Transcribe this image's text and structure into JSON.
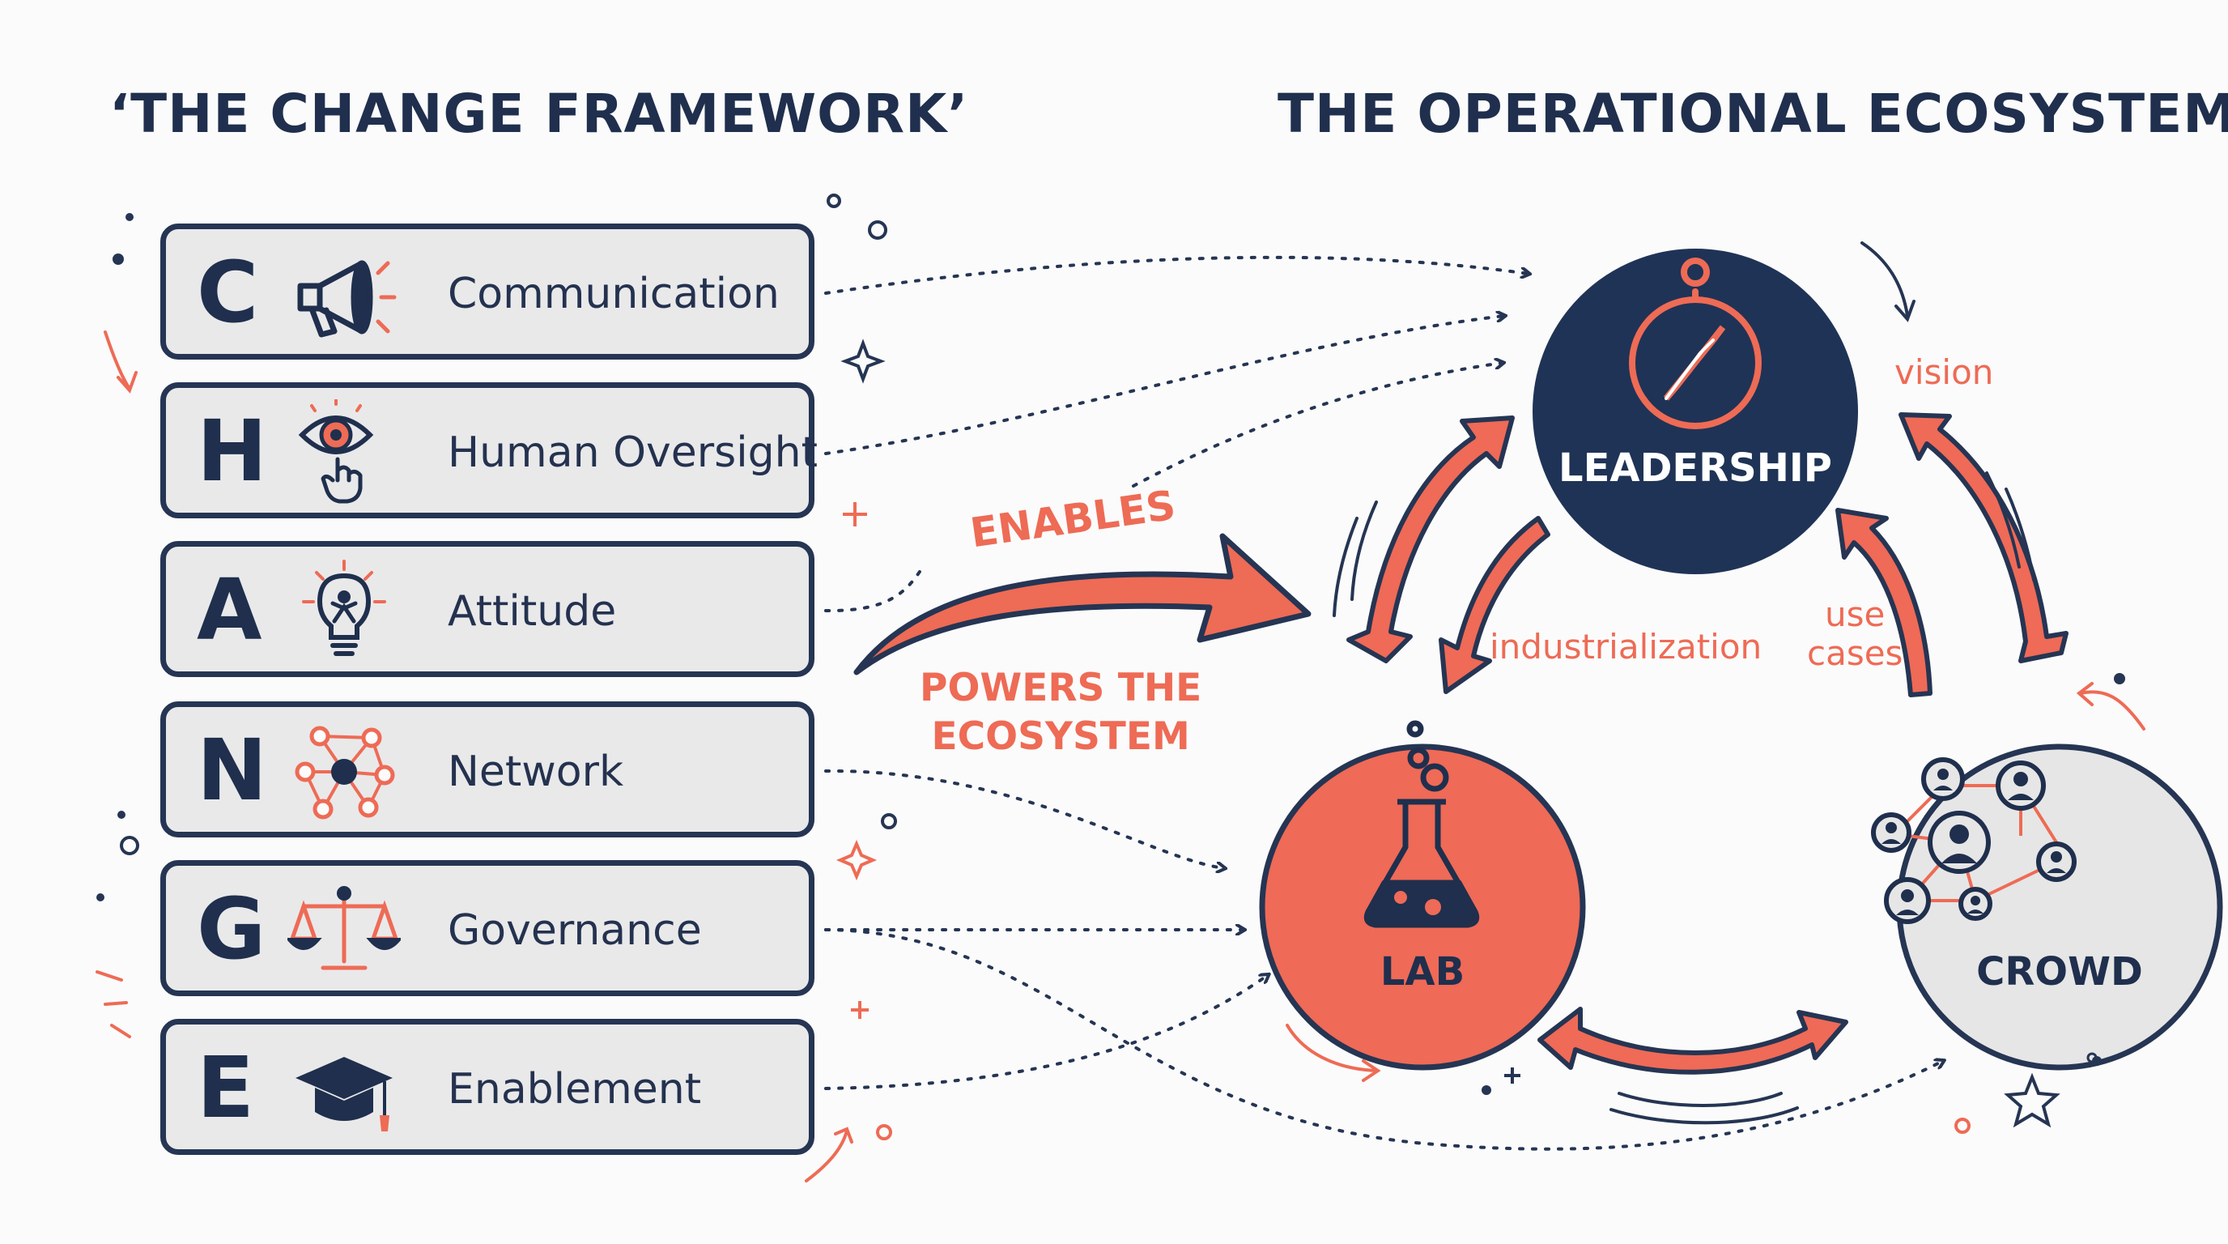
{
  "framework": {
    "title": "‘THE CHANGE FRAMEWORK’",
    "rows": [
      {
        "letter": "C",
        "label": "Communication",
        "icon": "megaphone-icon"
      },
      {
        "letter": "H",
        "label": "Human Oversight",
        "icon": "eye-hand-icon"
      },
      {
        "letter": "A",
        "label": "Attitude",
        "icon": "lightbulb-person-icon"
      },
      {
        "letter": "N",
        "label": "Network",
        "icon": "network-nodes-icon"
      },
      {
        "letter": "G",
        "label": "Governance",
        "icon": "scales-icon"
      },
      {
        "letter": "E",
        "label": "Enablement",
        "icon": "graduation-cap-icon"
      }
    ]
  },
  "bridge": {
    "enables": "ENABLES",
    "powers_line1": "POWERS THE",
    "powers_line2": "ECOSYSTEM"
  },
  "ecosystem": {
    "title": "THE OPERATIONAL ECOSYSTEM",
    "nodes": {
      "leadership": {
        "label": "LEADERSHIP",
        "icon": "compass-icon"
      },
      "lab": {
        "label": "LAB",
        "icon": "flask-icon"
      },
      "crowd": {
        "label": "CROWD",
        "icon": "people-network-icon"
      }
    },
    "edges": {
      "vision": "vision",
      "industrialization": "industrialization",
      "use_cases_line1": "use",
      "use_cases_line2": "cases"
    }
  },
  "colors": {
    "navy": "#253553",
    "coral": "#ee6b55",
    "box_fill": "#e9e9ea",
    "crowd_fill": "#e6e6e6",
    "background": "#fbfbfb"
  }
}
